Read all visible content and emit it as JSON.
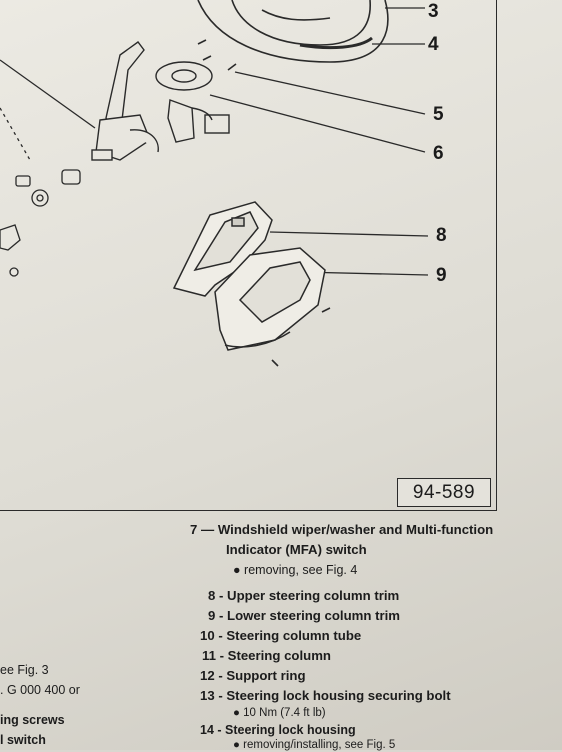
{
  "figure": {
    "callouts": [
      "3",
      "4",
      "5",
      "6",
      "8",
      "9"
    ],
    "figure_number": "94-589"
  },
  "legend": {
    "item7": {
      "title": "7 — Windshield wiper/washer and Multi-function",
      "title_cont": "Indicator (MFA) switch",
      "note": "removing, see Fig. 4"
    },
    "items": [
      "8 - Upper steering column trim",
      "9 - Lower steering column trim",
      "10 - Steering column tube",
      "11 - Steering column",
      "12 - Support ring",
      "13 - Steering lock housing securing bolt"
    ],
    "item13_note": "10 Nm (7.4 ft lb)",
    "item14": "14 - Steering lock housing",
    "item14_note": "removing/installing, see Fig. 5",
    "bullet": "●"
  },
  "left_fragment": {
    "line1": "ee Fig. 3",
    "line2": ". G 000 400 or",
    "line3": "ing screws",
    "line4": "l switch"
  }
}
